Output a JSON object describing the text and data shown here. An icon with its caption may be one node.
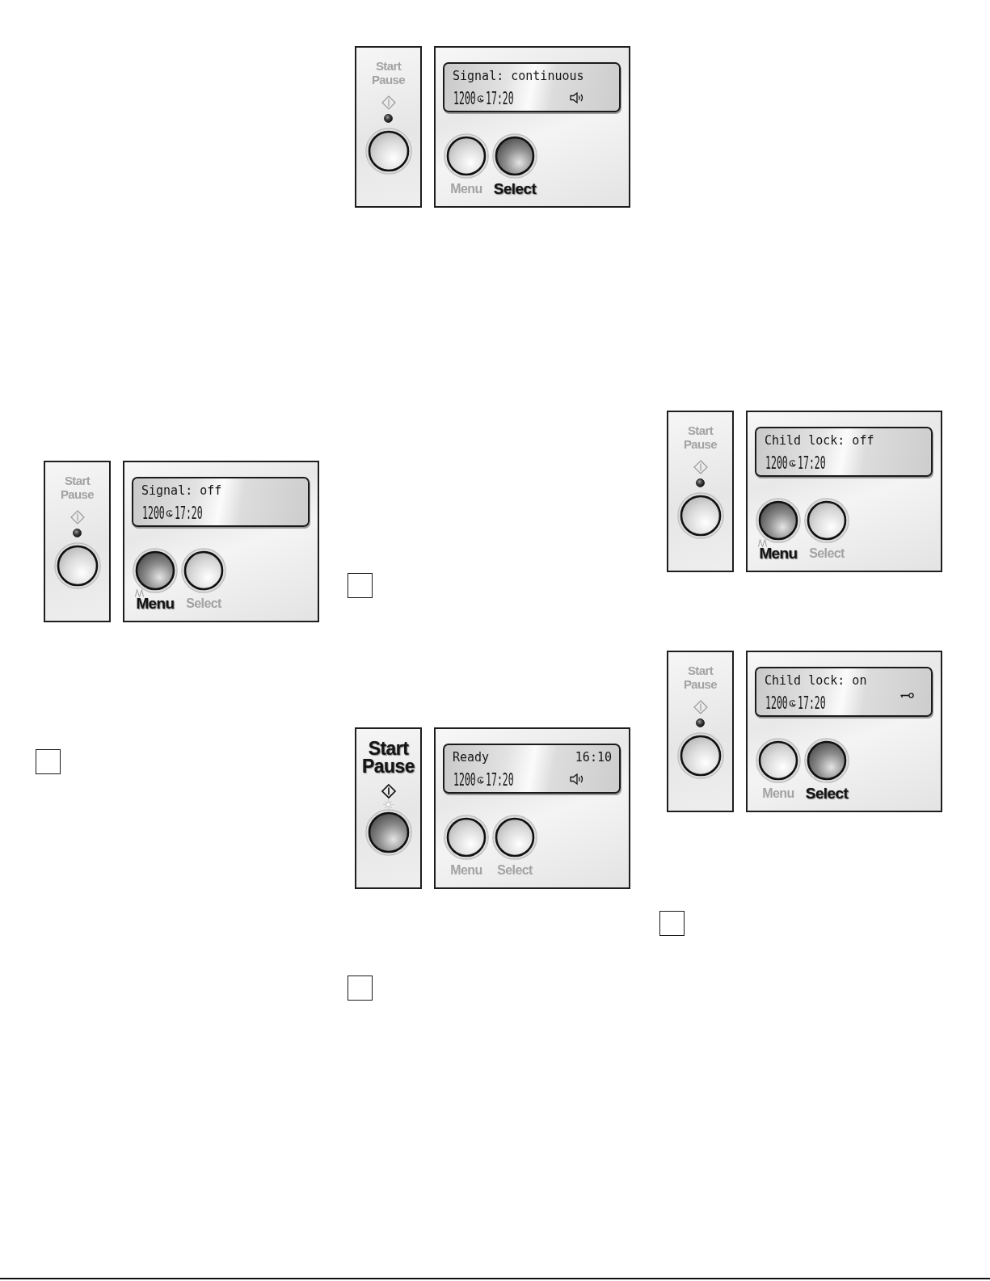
{
  "diagram": {
    "nodes": [
      {
        "text": [
          "Start Pause"
        ]
      },
      {
        "text": [],
        "shape": "circle",
        "in": 0
      },
      {
        "text": [],
        "shape": "box"
      },
      {
        "text": [
          "Signal: off",
          "1200",
          "17:20"
        ],
        "in": 2
      },
      {
        "text": [
          "Menu"
        ],
        "in": 2
      },
      {
        "text": [
          "Select"
        ],
        "in": 2
      },
      {
        "text": [],
        "shape": "box"
      },
      {
        "text": [
          "Start Pause"
        ]
      },
      {
        "text": [],
        "shape": "circle",
        "in": 7
      },
      {
        "text": [],
        "shape": "box"
      },
      {
        "text": [
          "Signal: continuous",
          "1200",
          "17:20"
        ],
        "in": 9
      },
      {
        "text": [
          "Menu"
        ],
        "in": 9
      },
      {
        "text": [
          "Select"
        ],
        "in": 9
      },
      {
        "text": [],
        "shape": "box"
      },
      {
        "text": [
          "Start Pause"
        ]
      },
      {
        "text": [],
        "shape": "circle",
        "in": 14
      },
      {
        "text": [],
        "shape": "box"
      },
      {
        "text": [
          "Ready",
          "16:10",
          "1200",
          "17:20"
        ],
        "in": 16
      },
      {
        "text": [
          "Menu"
        ],
        "in": 16
      },
      {
        "text": [
          "Select"
        ],
        "in": 16
      },
      {
        "text": [],
        "shape": "box"
      },
      {
        "text": [
          "Start Pause"
        ]
      },
      {
        "text": [],
        "shape": "circle",
        "in": 21
      },
      {
        "text": [],
        "shape": "box"
      },
      {
        "text": [
          "Child lock: off",
          "1200",
          "17:20"
        ],
        "in": 23
      },
      {
        "text": [
          "Menu"
        ],
        "in": 23
      },
      {
        "text": [
          "Select"
        ],
        "in": 23
      },
      {
        "text": [
          "Start Pause"
        ]
      },
      {
        "text": [],
        "shape": "circle",
        "in": 27
      },
      {
        "text": [],
        "shape": "box"
      },
      {
        "text": [
          "Child lock: on",
          "1200",
          "17:20"
        ],
        "in": 29
      },
      {
        "text": [
          "Menu"
        ],
        "in": 29
      },
      {
        "text": [
          "Select"
        ],
        "in": 29
      },
      {
        "text": [],
        "shape": "box"
      }
    ]
  }
}
